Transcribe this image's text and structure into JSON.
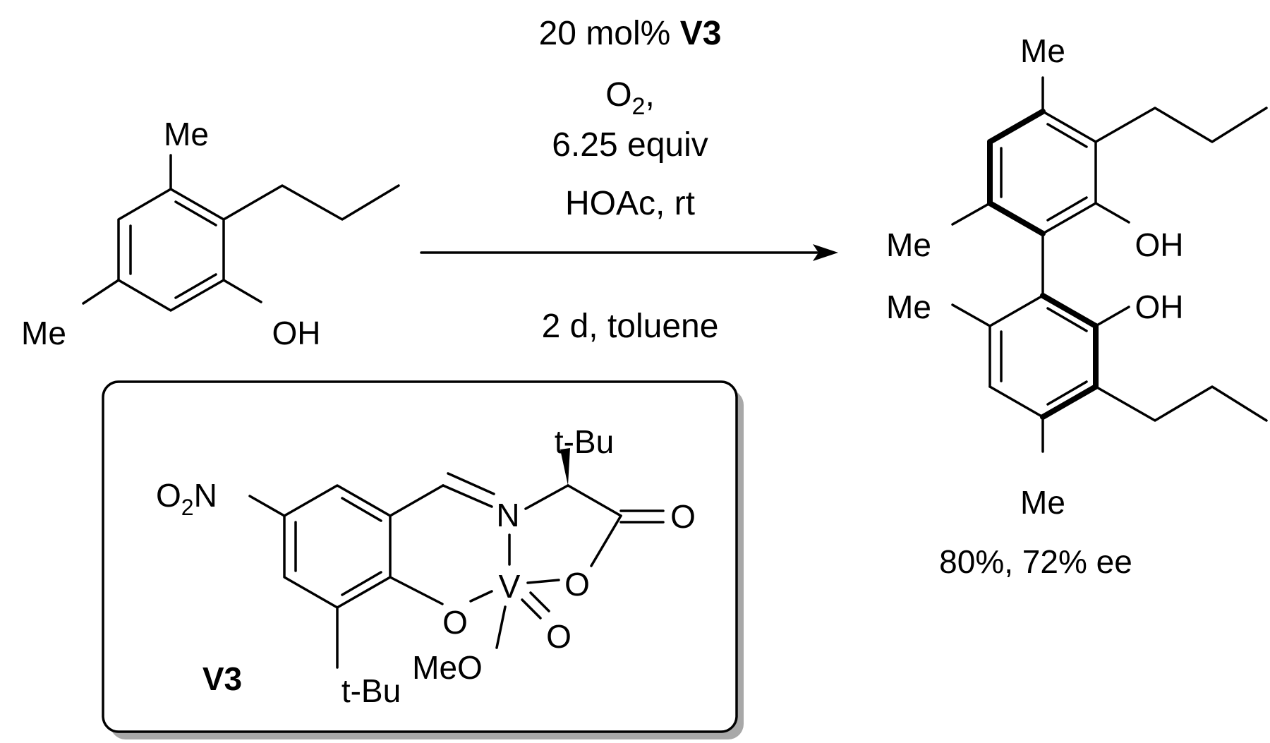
{
  "conditions": {
    "catalyst_amount": "20 mol%",
    "catalyst_name": "V3",
    "oxidant": "O",
    "oxidant_subscript": "2",
    "oxidant_suffix": ",",
    "equiv": "6.25 equiv",
    "additive": "HOAc, rt",
    "time_solvent": "2 d, toluene"
  },
  "reactant": {
    "methyl_top": "Me",
    "methyl_left": "Me",
    "hydroxyl": "OH"
  },
  "product": {
    "methyl_top": "Me",
    "methyl_upper_left": "Me",
    "hydroxyl_upper": "OH",
    "methyl_lower_left": "Me",
    "hydroxyl_lower": "OH",
    "methyl_bottom": "Me",
    "yield": "80%, 72% ee"
  },
  "catalyst_box": {
    "label": "V3",
    "tbu_top": "t-Bu",
    "tbu_bottom": "t-Bu",
    "nitro_o": "O",
    "nitro_sub": "2",
    "nitro_n": "N",
    "imine_n": "N",
    "vanadium": "V",
    "phenoxide_o": "O",
    "carboxylate_o": "O",
    "carbonyl_o": "O",
    "oxo_o": "O",
    "methoxide": "MeO",
    "methoxide_color": "#ff0000"
  }
}
